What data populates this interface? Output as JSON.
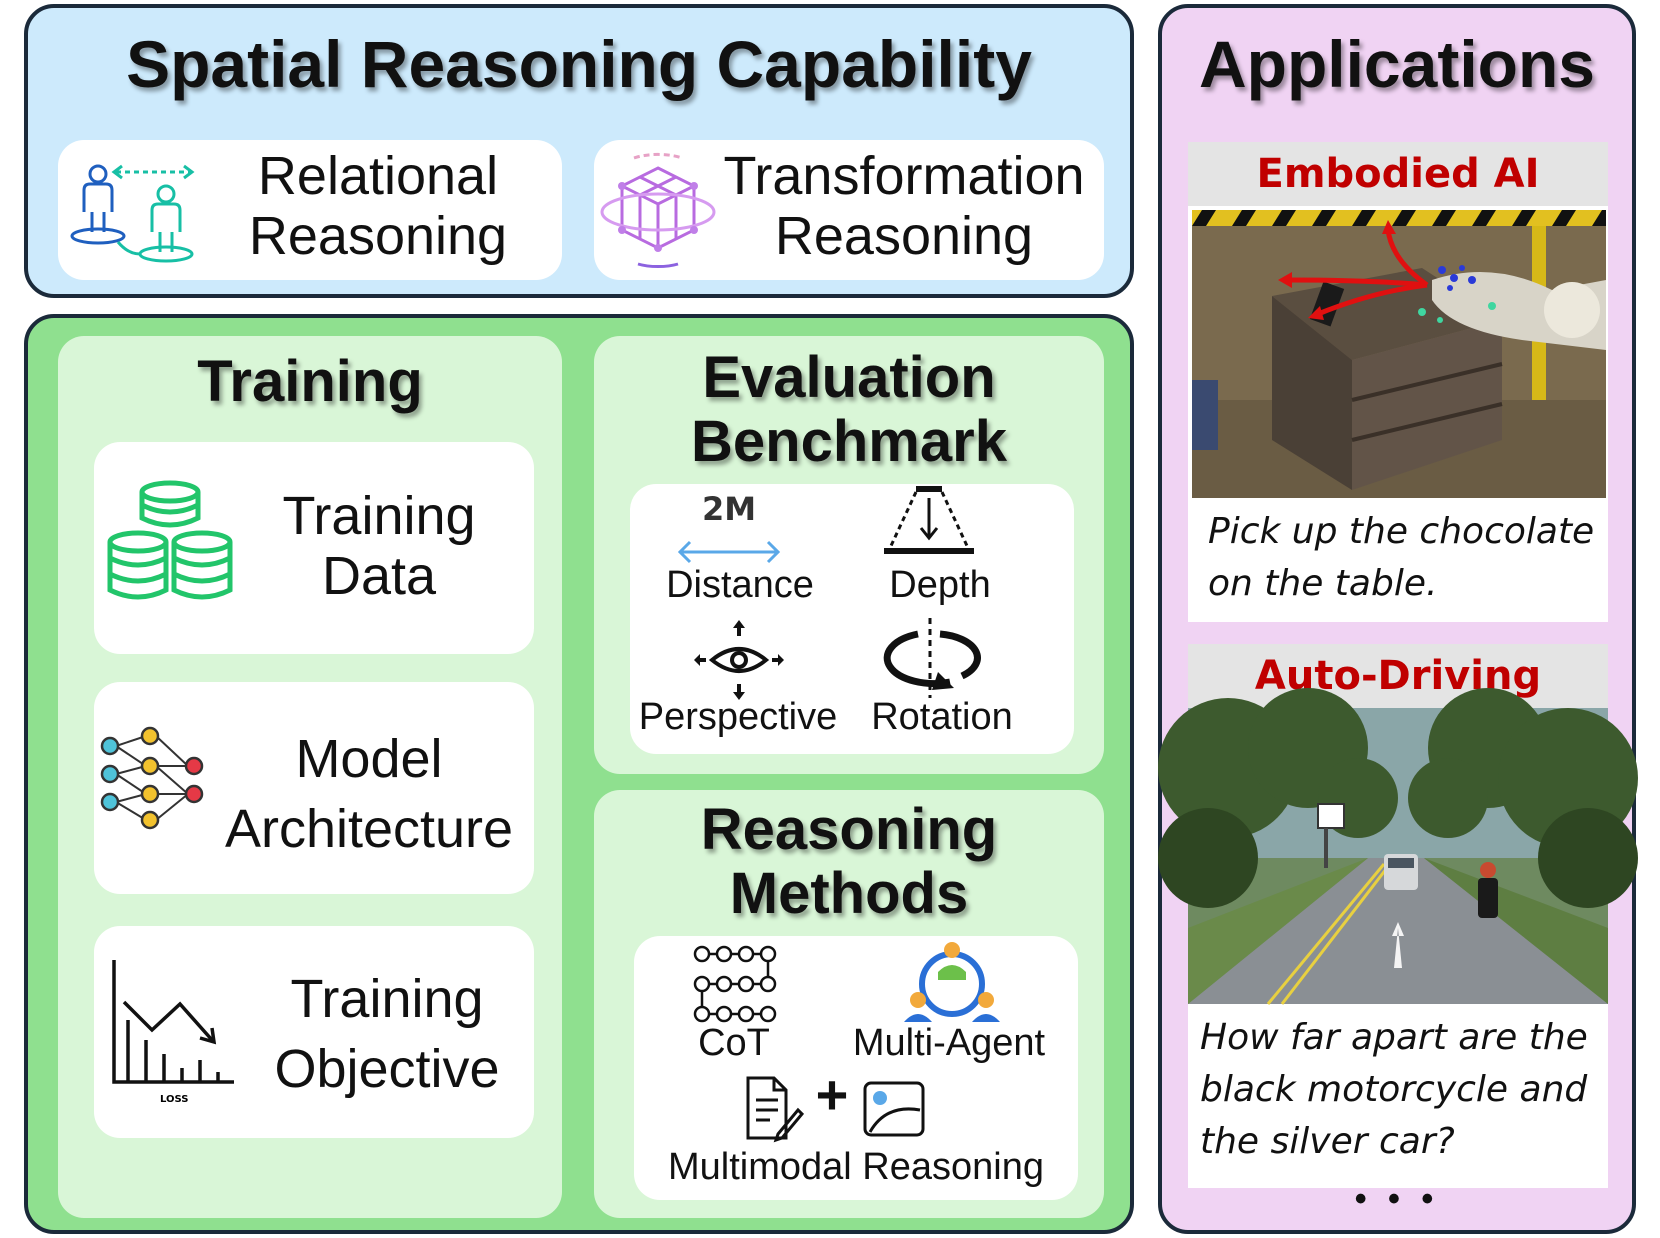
{
  "capability": {
    "title": "Spatial Reasoning Capability",
    "relational": {
      "line1": "Relational",
      "line2": "Reasoning",
      "icon": "people-distance-icon"
    },
    "transformation": {
      "line1": "Transformation",
      "line2": "Reasoning",
      "icon": "rotating-cube-icon"
    }
  },
  "training": {
    "title": "Training",
    "items": [
      {
        "line1": "Training",
        "line2": "Data",
        "icon": "database-stack-icon"
      },
      {
        "line1": "Model",
        "line2": "Architecture",
        "icon": "network-graph-icon"
      },
      {
        "line1": "Training",
        "line2": "Objective",
        "icon": "loss-chart-icon",
        "icon_caption": "LOSS"
      }
    ]
  },
  "evaluation": {
    "title_line1": "Evaluation",
    "title_line2": "Benchmark",
    "items": [
      {
        "label": "Distance",
        "icon": "distance-arrow-icon",
        "icon_caption": "2M"
      },
      {
        "label": "Depth",
        "icon": "depth-icon"
      },
      {
        "label": "Perspective",
        "icon": "eye-arrows-icon"
      },
      {
        "label": "Rotation",
        "icon": "rotation-icon"
      }
    ]
  },
  "reasoning": {
    "title_line1": "Reasoning",
    "title_line2": "Methods",
    "items": [
      {
        "label": "CoT",
        "icon": "chain-grid-icon"
      },
      {
        "label": "Multi-Agent",
        "icon": "agents-circle-icon"
      },
      {
        "label": "Multimodal Reasoning",
        "icon": "document-plus-image-icon",
        "plus": "+"
      }
    ]
  },
  "applications": {
    "title": "Applications",
    "cards": [
      {
        "heading": "Embodied AI",
        "caption_line1": "Pick up the chocolate",
        "caption_line2": "on the table.",
        "image": "robot-arm-table-photo"
      },
      {
        "heading": "Auto-Driving",
        "caption_line1": "How far apart are the",
        "caption_line2": "black motorcycle and",
        "caption_line3": "the silver car?",
        "image": "tree-lined-road-photo"
      }
    ],
    "more": "• • •"
  },
  "colors": {
    "top_panel": "#cdeafc",
    "green_panel": "#8fe08f",
    "subpanel": "#d9f6d7",
    "apps_panel": "#f0d3f3",
    "heading_red": "#c00000",
    "db_green": "#22c56a"
  }
}
